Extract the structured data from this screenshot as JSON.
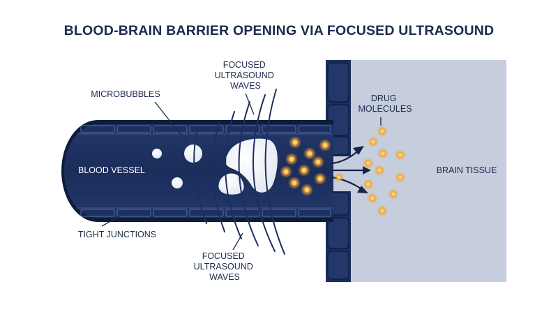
{
  "title": "BLOOD-BRAIN BARRIER OPENING VIA FOCUSED ULTRASOUND",
  "labels": {
    "microbubbles": "MICROBUBBLES",
    "focused_top": [
      "FOCUSED",
      "ULTRASOUND",
      "WAVES"
    ],
    "drug_molecules": [
      "DRUG",
      "MOLECULES"
    ],
    "blood_vessel": "BLOOD VESSEL",
    "brain_tissue": "BRAIN TISSUE",
    "tight_junctions": "TIGHT JUNCTIONS",
    "focused_bottom": [
      "FOCUSED",
      "ULTRASOUND",
      "WAVES"
    ]
  },
  "colors": {
    "navy": "#1b2f5e",
    "navy_dark": "#14244a",
    "vessel_outline": "#0f1d3d",
    "tissue": "#c6cddd",
    "drug_glow": "#f7a229",
    "text": "#1b2a4e"
  }
}
